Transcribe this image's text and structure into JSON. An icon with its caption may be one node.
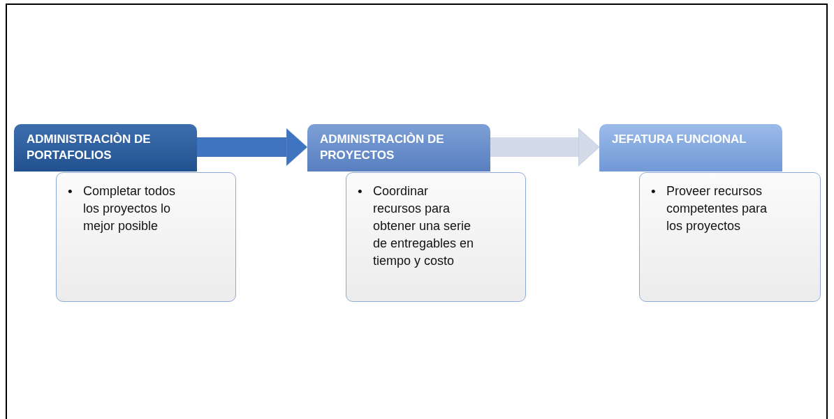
{
  "diagram": {
    "nodes": [
      {
        "text": [
          "ADMINISTRACIÒN DE PORTAFOLIOS"
        ]
      },
      {
        "text": [
          "•",
          "Completar todos los proyectos lo mejor posible"
        ]
      },
      {
        "text": [
          "ADMINISTRACIÒN DE PROYECTOS"
        ]
      },
      {
        "text": [
          "•",
          "Coordinar recursos para obtener una serie de entregables en tiempo y costo"
        ]
      },
      {
        "text": [
          "JEFATURA FUNCIONAL"
        ]
      },
      {
        "text": [
          "•",
          "Proveer recursos competentes para los proyectos"
        ]
      }
    ],
    "edges": [
      {
        "from": 0,
        "to": 2,
        "arrow": "to"
      },
      {
        "from": 2,
        "to": 4,
        "arrow": "to",
        "color": "#d3dae8"
      }
    ]
  }
}
